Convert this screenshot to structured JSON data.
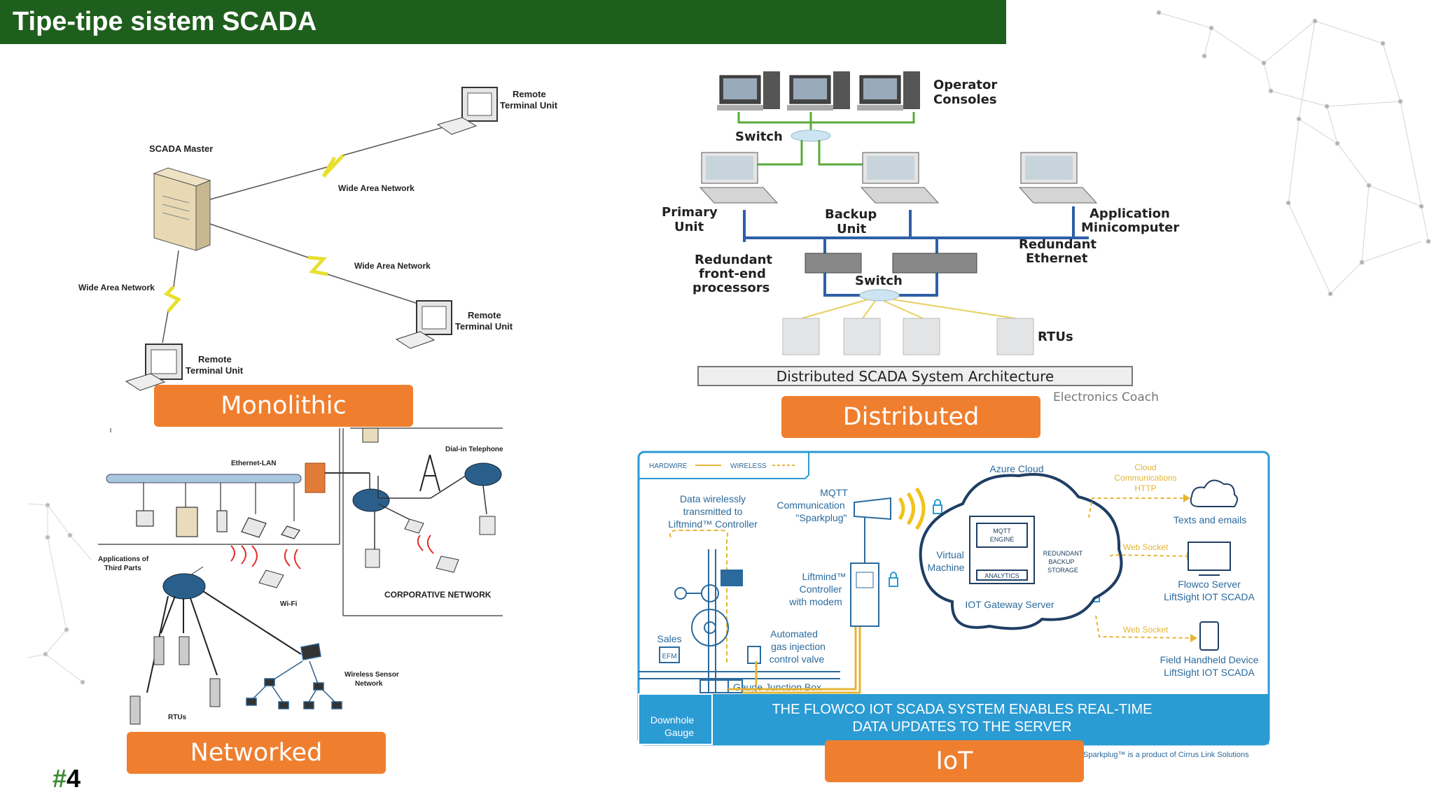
{
  "slide": {
    "title": "Tipe-tipe sistem SCADA",
    "number_hash": "#",
    "number": "4"
  },
  "monolithic": {
    "label": "Monolithic",
    "master": "SCADA Master",
    "wan1": "Wide Area Network",
    "wan2": "Wide Area Network",
    "wan3": "Wide Area Network",
    "rtu1_line1": "Remote",
    "rtu1_line2": "Terminal Unit",
    "rtu2_line1": "Remote",
    "rtu2_line2": "Terminal Unit",
    "rtu3_line1": "Remote",
    "rtu3_line2": "Terminal Unit"
  },
  "distributed": {
    "label": "Distributed",
    "operator1": "Operator",
    "operator2": "Consoles",
    "switch_top": "Switch",
    "primary1": "Primary",
    "primary2": "Unit",
    "backup1": "Backup",
    "backup2": "Unit",
    "app1": "Application",
    "app2": "Minicomputer",
    "redundant_eth1": "Redundant",
    "redundant_eth2": "Ethernet",
    "fep1": "Redundant",
    "fep2": "front-end",
    "fep3": "processors",
    "switch_bottom": "Switch",
    "rtus": "RTUs",
    "caption": "Distributed SCADA System Architecture",
    "credit": "Electronics Coach"
  },
  "networked": {
    "label": "Networked",
    "ethernet": "Ethernet-LAN",
    "dialin": "Dial-in Telephone",
    "third1": "Applications of",
    "third2": "Third Parts",
    "wifi": "Wi-Fi",
    "corporate": "CORPORATIVE NETWORK",
    "wsn1": "Wireless Sensor",
    "wsn2": "Network",
    "rtus": "RTUs"
  },
  "iot": {
    "label": "IoT",
    "hardwire": "HARDWIRE",
    "wireless": "WIRELESS",
    "azure": "Azure Cloud",
    "cloud_comm1": "Cloud",
    "cloud_comm2": "Communications",
    "cloud_comm3": "HTTP",
    "texts": "Texts and emails",
    "data1": "Data wirelessly",
    "data2": "transmitted to",
    "data3": "Liftmind™ Controller",
    "mqtt1": "MQTT",
    "mqtt2": "Communication",
    "mqtt3": "\"Sparkplug\"",
    "mqtt_engine1": "MQTT",
    "mqtt_engine2": "ENGINE",
    "vm1": "Virtual",
    "vm2": "Machine",
    "analytics": "ANALYTICS",
    "redundant1": "REDUNDANT",
    "redundant2": "BACKUP",
    "redundant3": "STORAGE",
    "gateway": "IOT Gateway Server",
    "websocket1": "Web Socket",
    "websocket2": "Web Socket",
    "flowco1": "Flowco Server",
    "flowco2": "LiftSight IOT SCADA",
    "liftmind1": "Liftmind™",
    "liftmind2": "Controller",
    "liftmind3": "with modem",
    "field1": "Field Handheld Device",
    "field2": "LiftSight IOT SCADA",
    "sales": "Sales",
    "efm": "EFM",
    "auto1": "Automated",
    "auto2": "gas injection",
    "auto3": "control valve",
    "gauge_box": "Gauge Junction Box",
    "downhole1": "Downhole",
    "downhole2": "Gauge",
    "banner1": "THE FLOWCO IOT SCADA SYSTEM ENABLES REAL-TIME",
    "banner2": "DATA UPDATES TO THE SERVER",
    "footnote": "Sparkplug™ is a product of Cirrus Link Solutions"
  },
  "colors": {
    "title_bg": "#1f5f1d",
    "label_bg": "#ef7f2f",
    "iot_blue": "#2b9bd3",
    "ethernet_blue": "#2f5fa8",
    "green_link": "#5aaa3a"
  }
}
